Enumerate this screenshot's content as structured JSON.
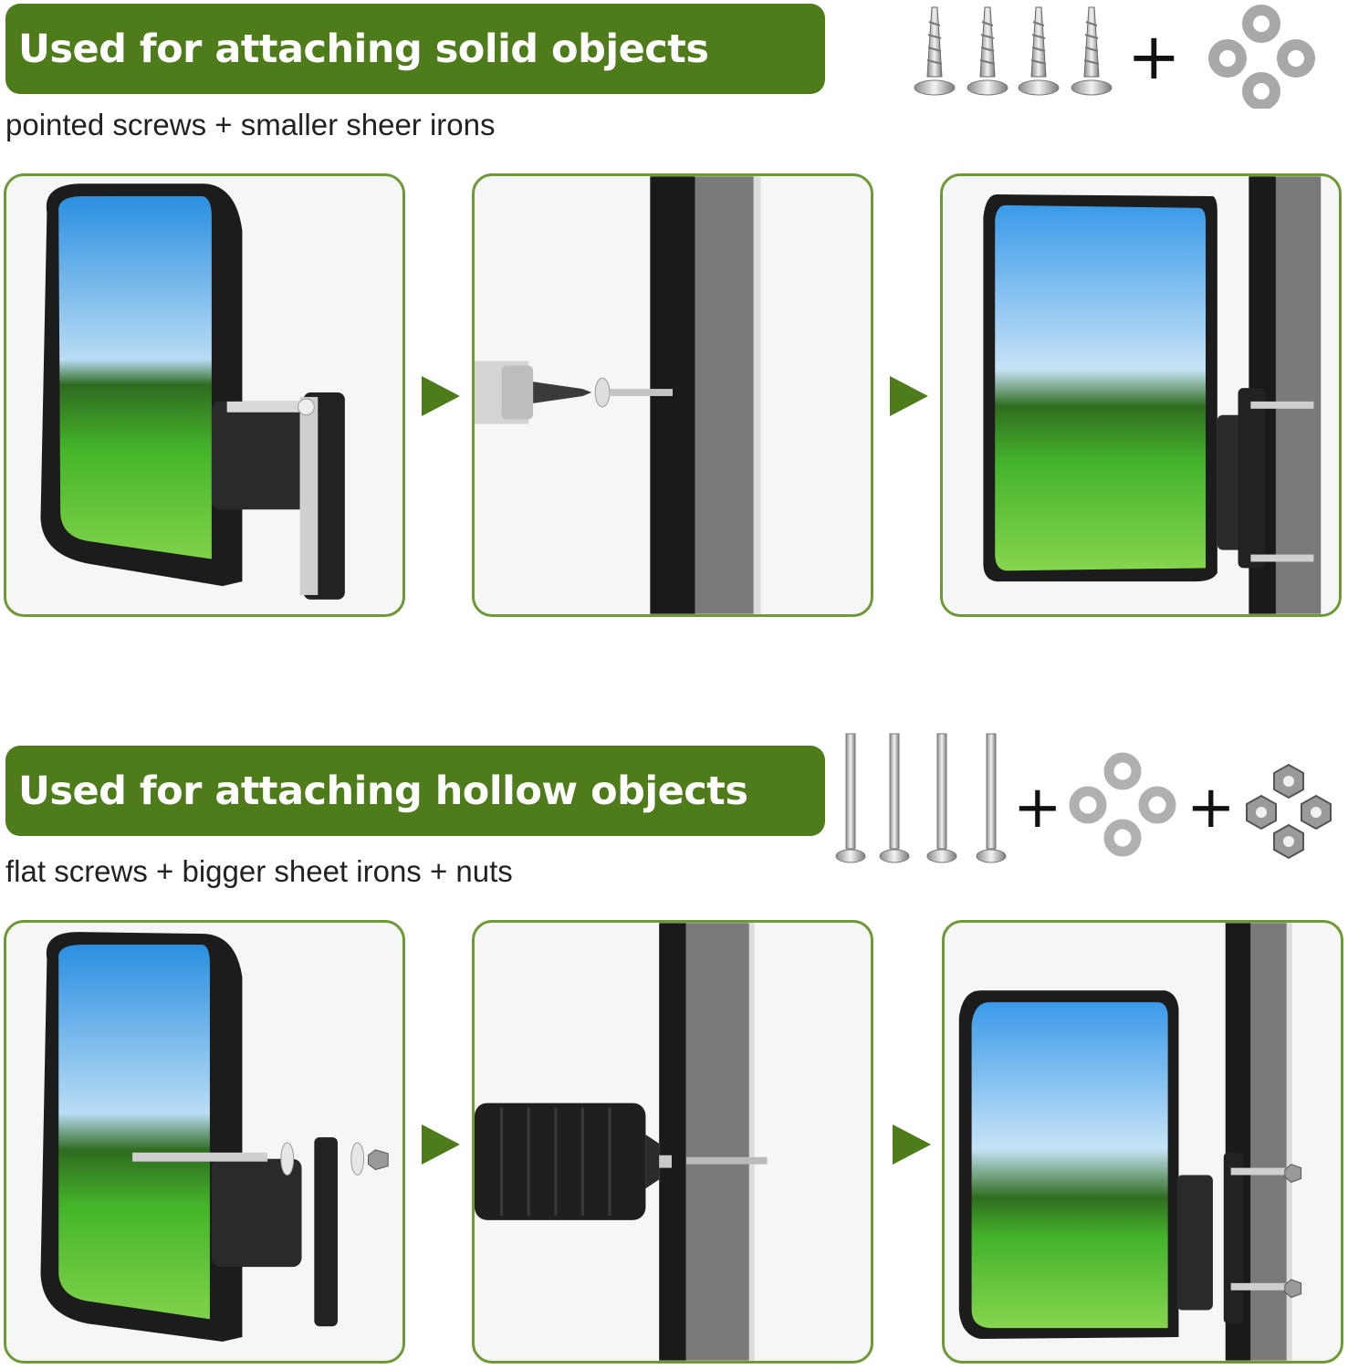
{
  "section_solid": {
    "title": "Used for attaching solid objects",
    "subtitle": "pointed screws + smaller sheer irons",
    "parts": [
      "pointed-screws",
      "small-washers"
    ],
    "plus": "+"
  },
  "section_hollow": {
    "title": "Used for attaching hollow objects",
    "subtitle": "flat screws + bigger sheet irons + nuts",
    "parts": [
      "flat-screws",
      "big-washers",
      "nuts"
    ],
    "plus1": "+",
    "plus2": "+"
  },
  "colors": {
    "banner_green": "#4f7c1b",
    "panel_border": "#6d9a34",
    "arrow_green": "#4f7c1b"
  }
}
